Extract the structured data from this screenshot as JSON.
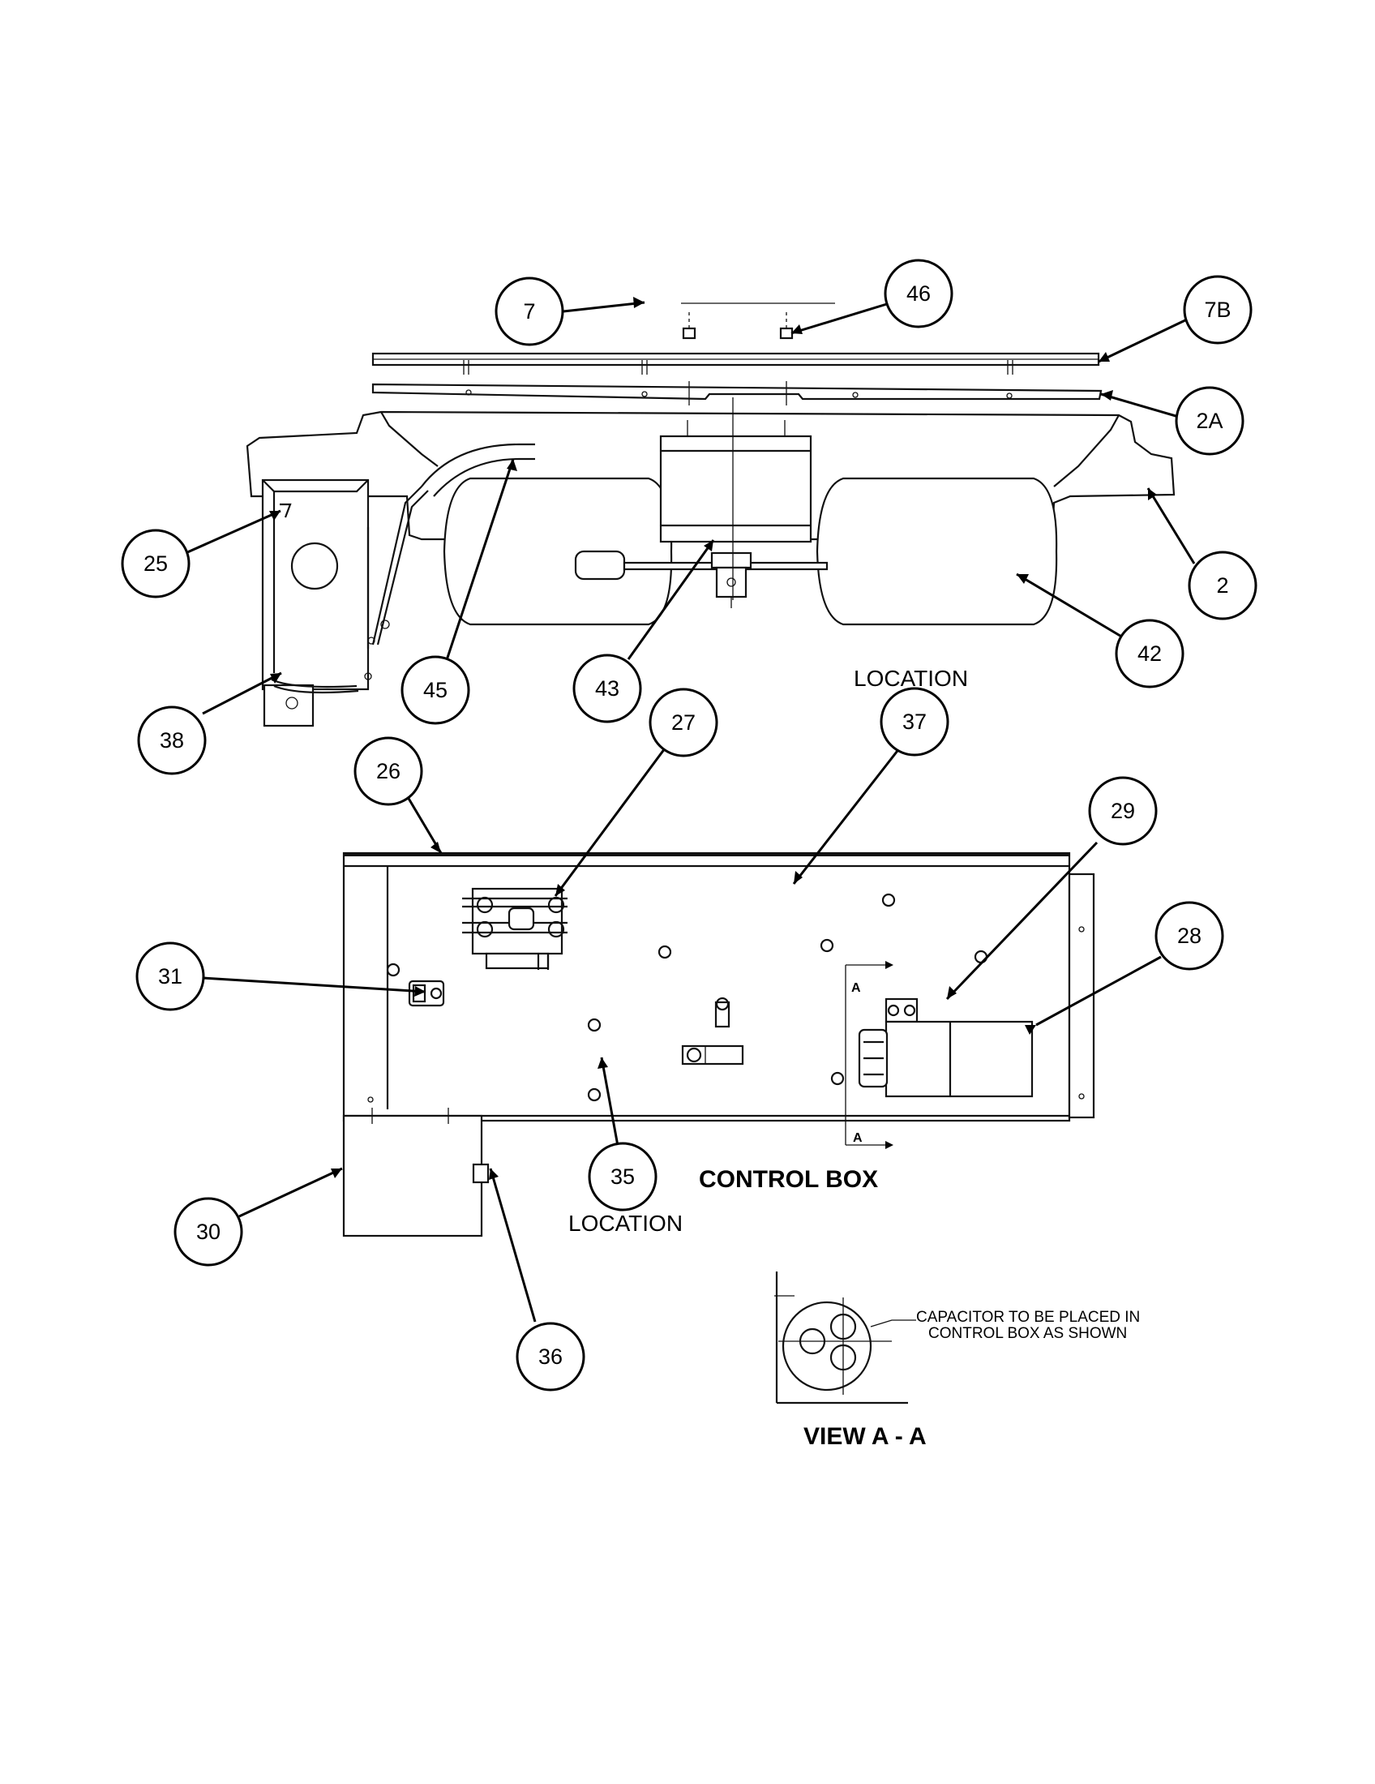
{
  "callouts": [
    {
      "id": "c7",
      "label": "7"
    },
    {
      "id": "c46",
      "label": "46"
    },
    {
      "id": "c7b",
      "label": "7B"
    },
    {
      "id": "c2a",
      "label": "2A"
    },
    {
      "id": "c2",
      "label": "2"
    },
    {
      "id": "c25",
      "label": "25"
    },
    {
      "id": "c42",
      "label": "42"
    },
    {
      "id": "c45",
      "label": "45"
    },
    {
      "id": "c43",
      "label": "43"
    },
    {
      "id": "c38",
      "label": "38"
    },
    {
      "id": "c27",
      "label": "27"
    },
    {
      "id": "c37",
      "label": "37"
    },
    {
      "id": "c26",
      "label": "26"
    },
    {
      "id": "c29",
      "label": "29"
    },
    {
      "id": "c28",
      "label": "28"
    },
    {
      "id": "c31",
      "label": "31"
    },
    {
      "id": "c35",
      "label": "35"
    },
    {
      "id": "c30",
      "label": "30"
    },
    {
      "id": "c36",
      "label": "36"
    }
  ],
  "labels": {
    "location_top": "LOCATION",
    "location_bottom": "LOCATION",
    "control_box": "CONTROL BOX",
    "capacitor_note_line1": "CAPACITOR TO BE PLACED IN",
    "capacitor_note_line2": "CONTROL BOX AS SHOWN",
    "view_aa": "VIEW A - A",
    "section_mark_top": "A",
    "section_mark_bottom": "A"
  }
}
